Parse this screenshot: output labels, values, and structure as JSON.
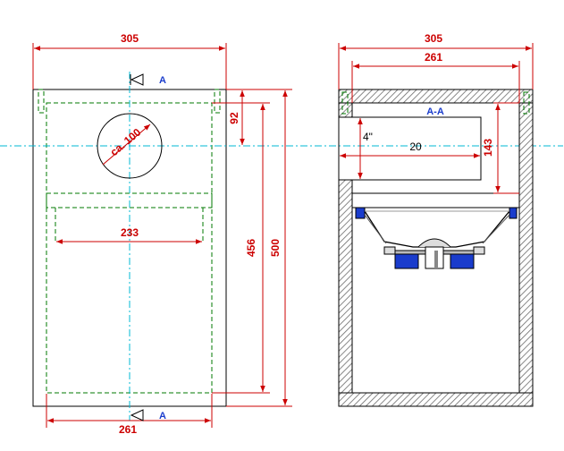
{
  "front_view": {
    "width_label": "305",
    "panel_width_label": "261",
    "inner_width_label": "233",
    "top_offset_label": "92",
    "inner_height_label": "456",
    "total_height_label": "500",
    "hole_label": "ca. 100",
    "section_marker": "A"
  },
  "section_view": {
    "width_label": "305",
    "inner_width_label": "261",
    "title": "A-A",
    "port_height_label": "143",
    "port_diameter_label": "4\"",
    "port_length_label": "20"
  },
  "colors": {
    "dimension": "#cc0000",
    "hidden_edge": "#007a00",
    "center_line": "#00b8d4",
    "section_marker": "#1a3ccc",
    "magnet": "#1a3ccc"
  }
}
